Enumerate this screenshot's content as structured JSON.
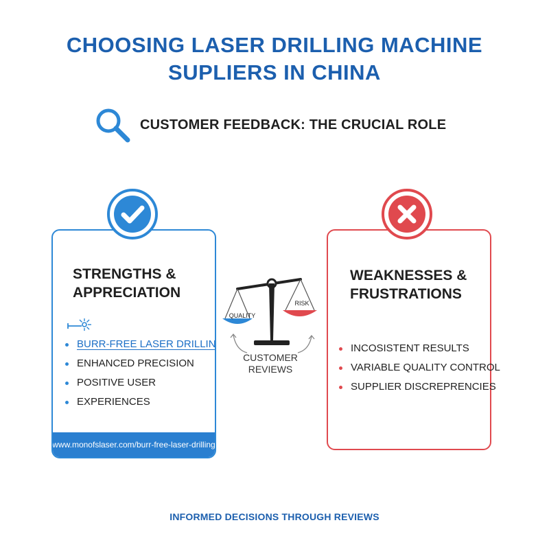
{
  "title": {
    "line1": "CHOOSING LASER DRILLING MACHINE",
    "line2": "SUPLIERS IN CHINA"
  },
  "subtitle": {
    "text": "CUSTOMER FEEDBACK: THE CRUCIAL ROLE",
    "icon": "magnifier-icon"
  },
  "strengths": {
    "heading_line1": "STRENGTHS &",
    "heading_line2": "APPRECIATION",
    "items": [
      "BURR-FREE LASER DRILLING",
      "ENHANCED PRECISION",
      "POSITIVE USER",
      "EXPERIENCES"
    ],
    "url": "www.monofslaser.com/burr-free-laser-drilling",
    "accent": "#2d88d6"
  },
  "weaknesses": {
    "heading_line1": "WEAKNESSES &",
    "heading_line2": "FRUSTRATIONS",
    "items": [
      "INCOSISTENT RESULTS",
      "VARIABLE QUALITY CONTROL",
      "SUPPLIER DISCREPRENCIES"
    ],
    "accent": "#e0494e"
  },
  "scale": {
    "left_label": "QUALITY",
    "right_label": "RISK",
    "caption_line1": "CUSTOMER",
    "caption_line2": "REVIEWS"
  },
  "footer": {
    "text": "INFORMED DECISIONS THROUGH REVIEWS"
  },
  "colors": {
    "title": "#1c5fae",
    "blue": "#2d88d6",
    "red": "#e0494e"
  }
}
